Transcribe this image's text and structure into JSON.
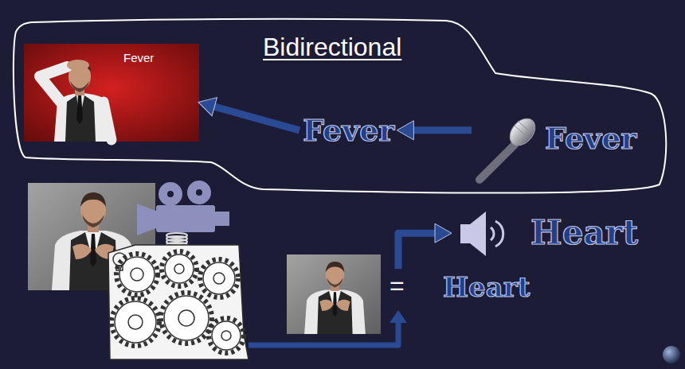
{
  "diagram": {
    "nodes": [
      {
        "text": [
          "Bidirectional"
        ]
      },
      {
        "text": [
          "Fever"
        ],
        "in": 0
      },
      {
        "text": [
          "Fever"
        ],
        "in": 0
      },
      {
        "text": [
          "Fever"
        ],
        "in": 0
      },
      {
        "text": [
          "Heart"
        ]
      },
      {
        "text": [
          "Heart"
        ]
      }
    ],
    "edges": [
      {
        "from": 3,
        "to": 2,
        "arrow": "to"
      },
      {
        "from": 2,
        "to": 1,
        "arrow": "to"
      },
      {
        "from": 5,
        "to": 4,
        "arrow": "to"
      }
    ],
    "labels": [
      "="
    ]
  }
}
